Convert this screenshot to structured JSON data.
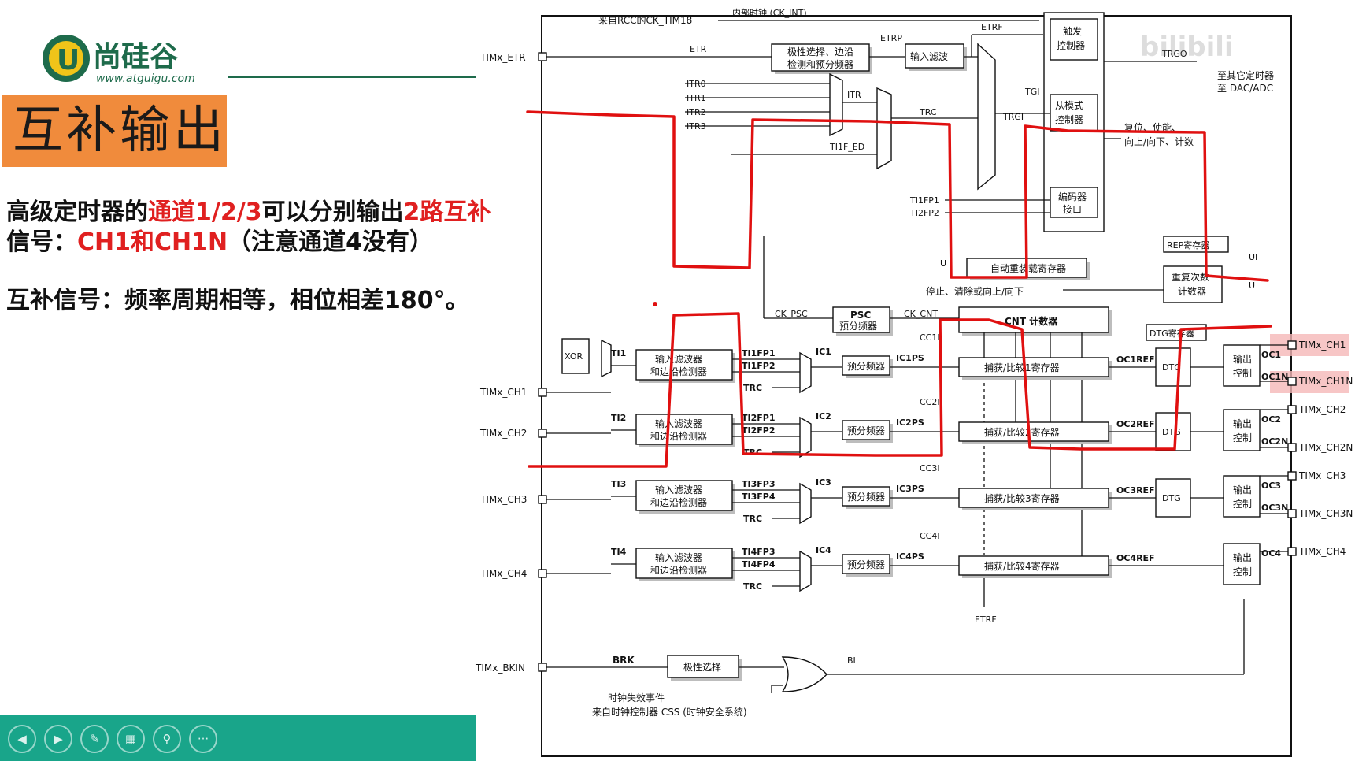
{
  "logo": {
    "mark": "U",
    "brand": "尚硅谷",
    "url": "www.atguigu.com"
  },
  "slide": {
    "title": "互补输出",
    "line1_a": "高级定时器的",
    "line1_b": "通道1/2/3",
    "line1_c": "可以分别输出",
    "line1_d": "2路互补",
    "line2_a": "信号：",
    "line2_b": "CH1和CH1N",
    "line2_c": "（注意通道4没有）",
    "line3": "互补信号：频率周期相等，相位相差180°。"
  },
  "diagram": {
    "pins_left": [
      "TIMx_ETR",
      "TIMx_CH1",
      "TIMx_CH2",
      "TIMx_CH3",
      "TIMx_CH4",
      "TIMx_BKIN"
    ],
    "pins_right": [
      "TIMx_CH1",
      "TIMx_CH1N",
      "TIMx_CH2",
      "TIMx_CH2N",
      "TIMx_CH3",
      "TIMx_CH3N",
      "TIMx_CH4"
    ],
    "top": {
      "rcc": "来自RCC的CK_TIM18",
      "ck_int": "内部时钟 (CK_INT)",
      "etr": "ETR",
      "etrp": "ETRP",
      "etrf": "ETRF",
      "polarity": "极性选择、边沿",
      "polarity2": "检测和预分频器",
      "input_filter": "输入滤波",
      "trigger1": "触发",
      "trigger2": "控制器",
      "trgo": "TRGO",
      "to_timer": "至其它定时器",
      "to_dac": "至 DAC/ADC",
      "itr": [
        "ITR0",
        "ITR1",
        "ITR2",
        "ITR3"
      ],
      "itr_label": "ITR",
      "trc": "TRC",
      "ti1f_ed": "TI1F_ED",
      "tgi": "TGI",
      "trgi": "TRGI",
      "slave1": "从模式",
      "slave2": "控制器",
      "reset": "复位、使能、",
      "updown": "向上/向下、计数",
      "ti1fp1": "TI1FP1",
      "ti2fp2": "TI2FP2",
      "encoder1": "编码器",
      "encoder2": "接口"
    },
    "middle": {
      "rep_reg": "REP寄存器",
      "ui": "UI",
      "u": "U",
      "arr": "自动重装载寄存器",
      "stop": "停止、清除或向上/向下",
      "rep_counter1": "重复次数",
      "rep_counter2": "计数器",
      "ck_psc": "CK_PSC",
      "psc1": "PSC",
      "psc2": "预分频器",
      "ck_cnt": "CK_CNT",
      "cnt": "CNT 计数器",
      "dtg_reg": "DTG寄存器"
    },
    "channels": [
      {
        "ti": "TI1",
        "filter1": "输入滤波器",
        "filter2": "和边沿检测器",
        "fp_a": "TI1FP1",
        "fp_b": "TI1FP2",
        "trc": "TRC",
        "ic": "IC1",
        "prescaler": "预分频器",
        "icps": "IC1PS",
        "cci": "CC1I",
        "reg": "捕获/比较1寄存器",
        "ref": "OC1REF",
        "dtg": "DTG",
        "out1": "输出",
        "out2": "控制",
        "oc": "OC1",
        "ocn": "OC1N"
      },
      {
        "ti": "TI2",
        "filter1": "输入滤波器",
        "filter2": "和边沿检测器",
        "fp_a": "TI2FP1",
        "fp_b": "TI2FP2",
        "trc": "TRC",
        "ic": "IC2",
        "prescaler": "预分频器",
        "icps": "IC2PS",
        "cci": "CC2I",
        "reg": "捕获/比较2寄存器",
        "ref": "OC2REF",
        "dtg": "DTG",
        "out1": "输出",
        "out2": "控制",
        "oc": "OC2",
        "ocn": "OC2N"
      },
      {
        "ti": "TI3",
        "filter1": "输入滤波器",
        "filter2": "和边沿检测器",
        "fp_a": "TI3FP3",
        "fp_b": "TI3FP4",
        "trc": "TRC",
        "ic": "IC3",
        "prescaler": "预分频器",
        "icps": "IC3PS",
        "cci": "CC3I",
        "reg": "捕获/比较3寄存器",
        "ref": "OC3REF",
        "dtg": "DTG",
        "out1": "输出",
        "out2": "控制",
        "oc": "OC3",
        "ocn": "OC3N"
      },
      {
        "ti": "TI4",
        "filter1": "输入滤波器",
        "filter2": "和边沿检测器",
        "fp_a": "TI4FP3",
        "fp_b": "TI4FP4",
        "trc": "TRC",
        "ic": "IC4",
        "prescaler": "预分频器",
        "icps": "IC4PS",
        "cci": "CC4I",
        "reg": "捕获/比较4寄存器",
        "ref": "OC4REF",
        "out1": "输出",
        "out2": "控制",
        "oc": "OC4"
      }
    ],
    "bottom": {
      "xor": "XOR",
      "etrf_label": "ETRF",
      "brk": "BRK",
      "polarity_sel": "极性选择",
      "bi": "BI",
      "clk_fail": "时钟失效事件",
      "css": "来自时钟控制器 CSS (时钟安全系统)"
    }
  },
  "controls": [
    "◀",
    "▶",
    "✎",
    "▦",
    "⚲",
    "···"
  ],
  "colors": {
    "accent": "#f08b3c",
    "highlight": "#e02020",
    "bar": "#19a58a",
    "logo": "#1e6b4b",
    "annotation": "#e01010"
  }
}
